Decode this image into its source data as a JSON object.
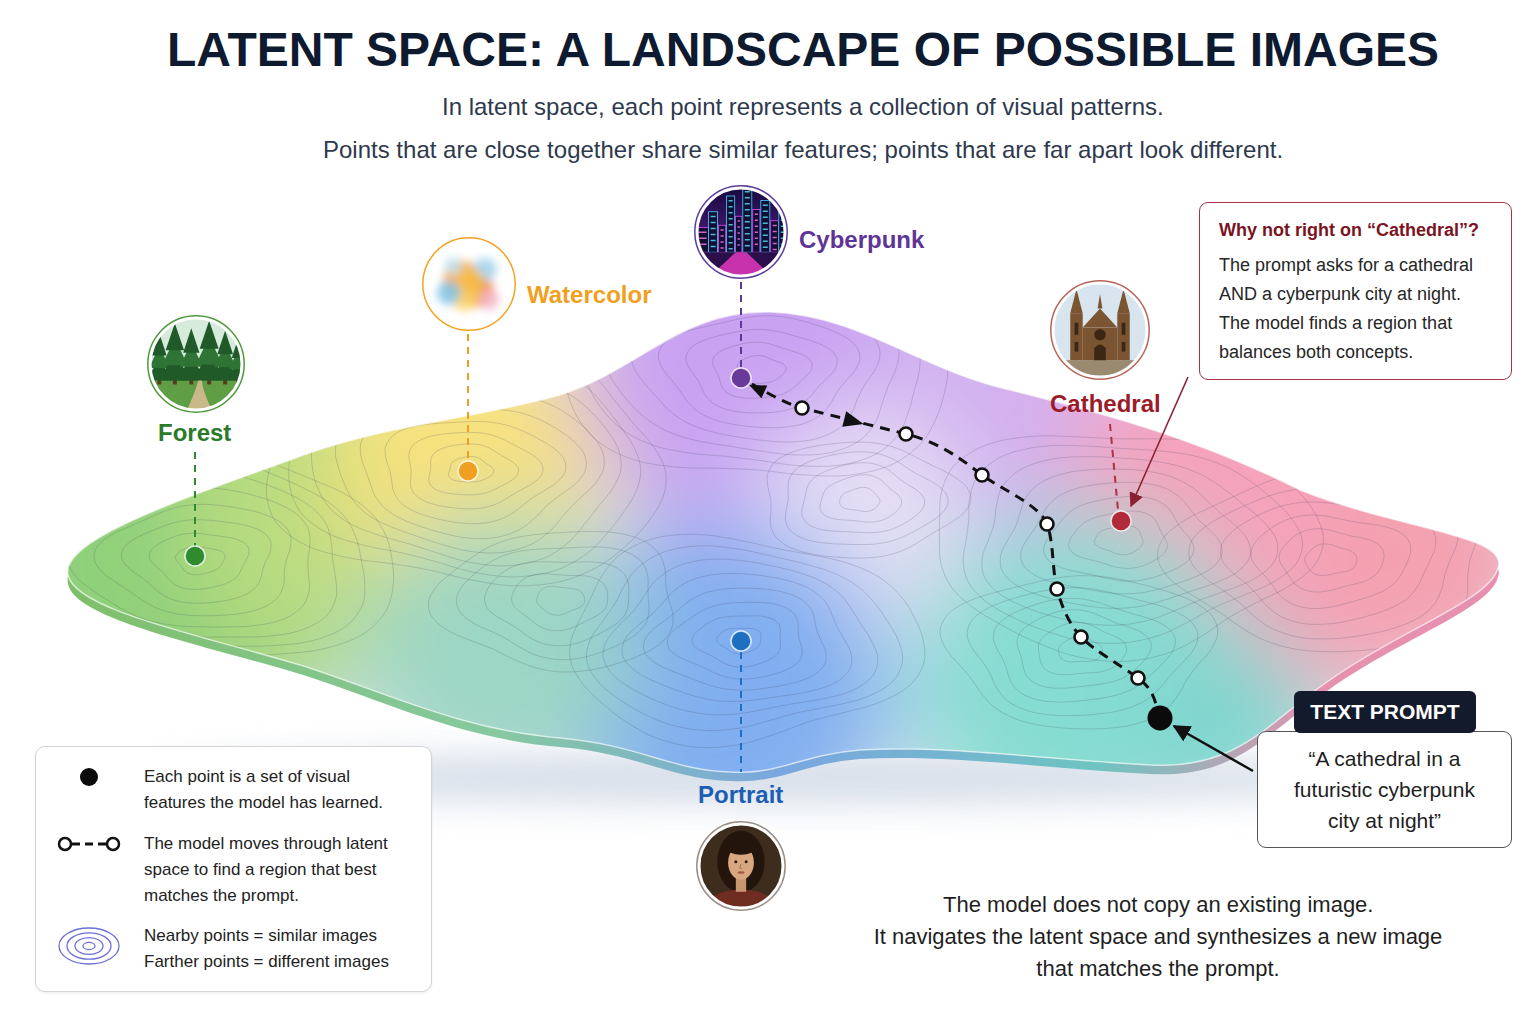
{
  "diagram": {
    "title": "LATENT SPACE: A LANDSCAPE OF POSSIBLE IMAGES",
    "caption": "The model does not copy an existing image.",
    "nodes": [
      {
        "text": [
          "Forest"
        ]
      },
      {
        "text": [
          "Watercolor"
        ]
      },
      {
        "text": [
          "Cyberpunk"
        ]
      },
      {
        "text": [
          "Cathedral"
        ]
      },
      {
        "text": [
          "Why not right on “Cathedral”?",
          "The prompt asks for a cathedral AND a cyberpunk city at night. The model finds a region that balances both concepts."
        ]
      },
      {
        "text": [
          "Portrait"
        ]
      },
      {
        "text": [
          "TEXT PROMPT"
        ]
      },
      {
        "text": [
          "“A cathedral in a futuristic cyberpunk city at night”"
        ]
      }
    ],
    "labels": [
      "In latent space, each point represents a collection of visual patterns.",
      "Points that are close together share similar features; points that are far apart look different.",
      "It navigates the latent space and synthesizes a new image that matches the prompt."
    ],
    "legend": [
      {
        "text": "Each point is a set of visual features the model has learned."
      },
      {
        "text": "The model moves through latent space to find a region that best matches the prompt."
      },
      {
        "text": "Nearby points = similar images Farther points = different images"
      }
    ]
  }
}
